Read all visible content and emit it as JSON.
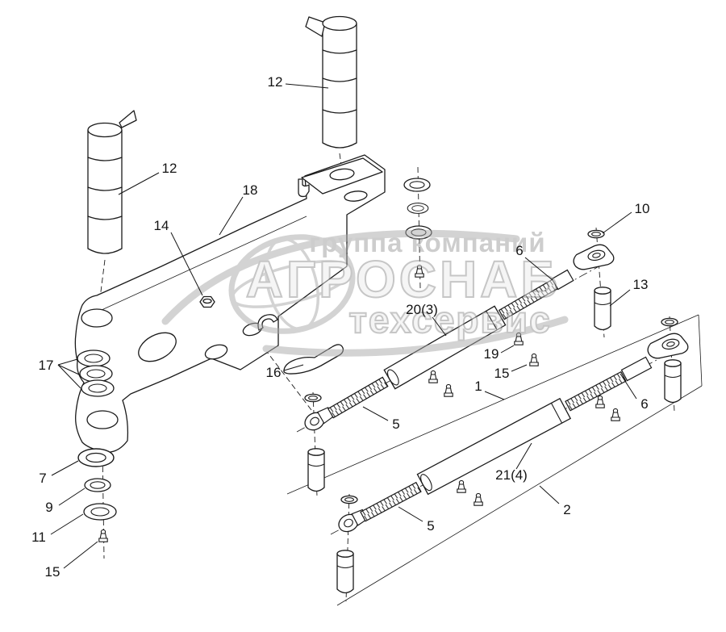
{
  "meta": {
    "background": "#ffffff",
    "line_color": "#1b1b1b",
    "watermark_color": "#a8a8a8"
  },
  "watermark": {
    "line1": "группа компаний",
    "line2": "АГРОСНАБ",
    "line3": "техсервис"
  },
  "labels": {
    "pin_top": "12",
    "pin_left": "12",
    "bracket": "18",
    "nut": "14",
    "seal_stack_left": "17",
    "clip": "16",
    "washer": "7",
    "ring": "9",
    "cap_washer": "11",
    "grease_fitting_left": "15",
    "lock_ring": "10",
    "threaded_rod_upper": "6",
    "pin_clevis": "13",
    "tube_upper": "20(3)",
    "screw": "19",
    "grease_fitting_mid": "15",
    "assembly_upper": "1",
    "threaded_rod_lower": "6",
    "rod_end_upper": "5",
    "tube_lower": "21(4)",
    "assembly_lower": "2",
    "rod_end_lower": "5"
  }
}
